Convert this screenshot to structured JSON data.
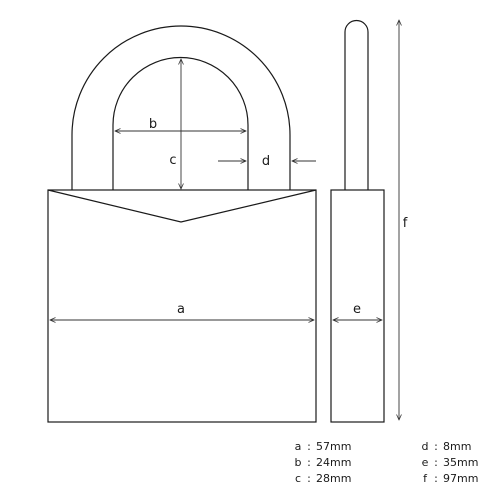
{
  "labels": {
    "a": "a",
    "b": "b",
    "c": "c",
    "d": "d",
    "e": "e",
    "f": "f"
  },
  "legend": [
    {
      "key": "a",
      "sep": ":",
      "value": "57mm"
    },
    {
      "key": "b",
      "sep": ":",
      "value": "24mm"
    },
    {
      "key": "c",
      "sep": ":",
      "value": "28mm"
    },
    {
      "key": "d",
      "sep": ":",
      "value": "8mm"
    },
    {
      "key": "e",
      "sep": ":",
      "value": "35mm"
    },
    {
      "key": "f",
      "sep": ":",
      "value": "97mm"
    }
  ]
}
